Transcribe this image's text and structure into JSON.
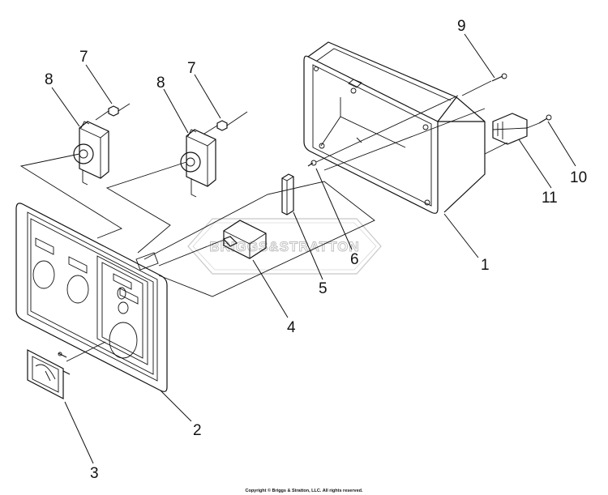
{
  "diagram": {
    "callouts": {
      "c1": "1",
      "c2": "2",
      "c3": "3",
      "c4": "4",
      "c5": "5",
      "c6": "6",
      "c7a": "7",
      "c7b": "7",
      "c8a": "8",
      "c8b": "8",
      "c9": "9",
      "c10": "10",
      "c11": "11"
    },
    "watermark": "BRIGGS&STRATTON",
    "copyright": "Copyright © Briggs & Stratton, LLC. All rights reserved."
  }
}
